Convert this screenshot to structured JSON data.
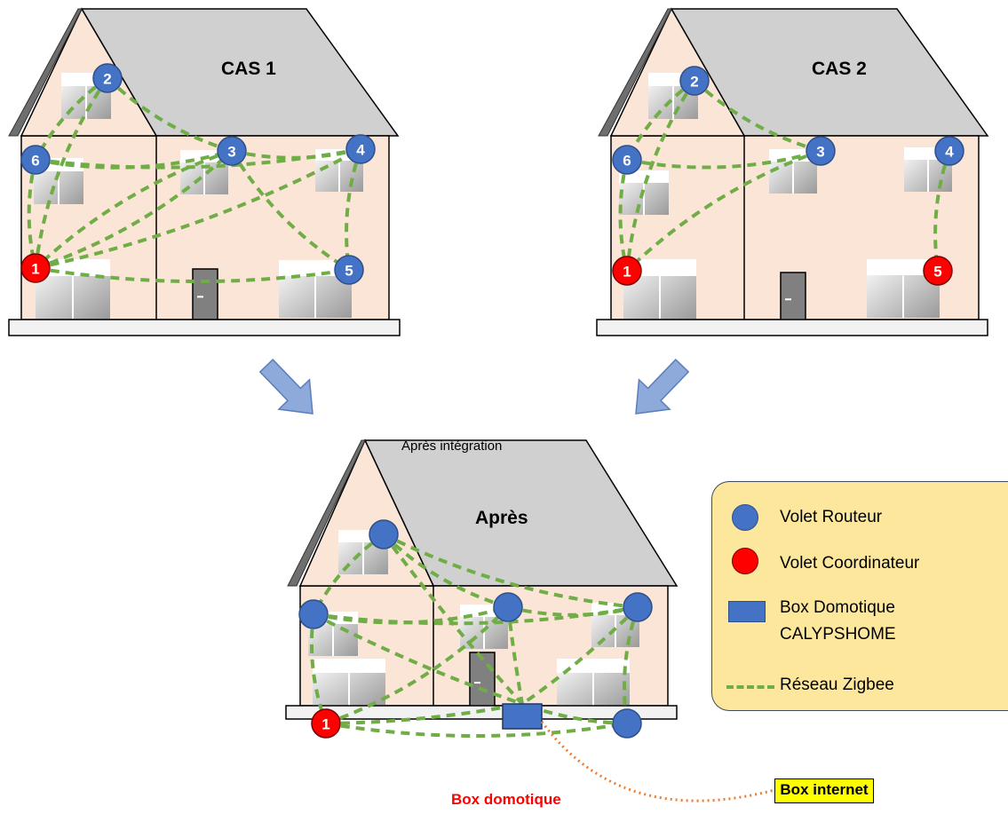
{
  "houses": [
    {
      "title": "CAS 1",
      "nodes": [
        {
          "label": "2",
          "type": "router"
        },
        {
          "label": "6",
          "type": "router"
        },
        {
          "label": "3",
          "type": "router"
        },
        {
          "label": "4",
          "type": "router"
        },
        {
          "label": "1",
          "type": "coordinator"
        },
        {
          "label": "5",
          "type": "router"
        }
      ]
    },
    {
      "title": "CAS 2",
      "nodes": [
        {
          "label": "2",
          "type": "router"
        },
        {
          "label": "6",
          "type": "router"
        },
        {
          "label": "3",
          "type": "router"
        },
        {
          "label": "4",
          "type": "router"
        },
        {
          "label": "1",
          "type": "coordinator"
        },
        {
          "label": "5",
          "type": "coordinator"
        }
      ]
    },
    {
      "title": "Après",
      "nodes": [
        {
          "label": "",
          "type": "router"
        },
        {
          "label": "",
          "type": "router"
        },
        {
          "label": "",
          "type": "router"
        },
        {
          "label": "",
          "type": "router"
        },
        {
          "label": "1",
          "type": "coordinator"
        },
        {
          "label": "",
          "type": "router"
        }
      ]
    }
  ],
  "caption": "Après intégration",
  "box_domotique_label": "Box domotique",
  "box_internet_label": "Box internet",
  "legend": {
    "router": "Volet Routeur",
    "coordinator": "Volet Coordinateur",
    "box_line1": "Box Domotique",
    "box_line2": "CALYPSHOME",
    "network": "Réseau Zigbee"
  },
  "colors": {
    "router": "#4472c4",
    "coordinator": "#ff0000",
    "zigbee": "#70ad47",
    "wall": "#fbe5d6",
    "roof": "#d0d0d0",
    "legend_bg": "#fde79c",
    "box_internet_bg": "#ffff00",
    "internet_link": "#ed7d31",
    "arrow": "#8eaadb"
  }
}
